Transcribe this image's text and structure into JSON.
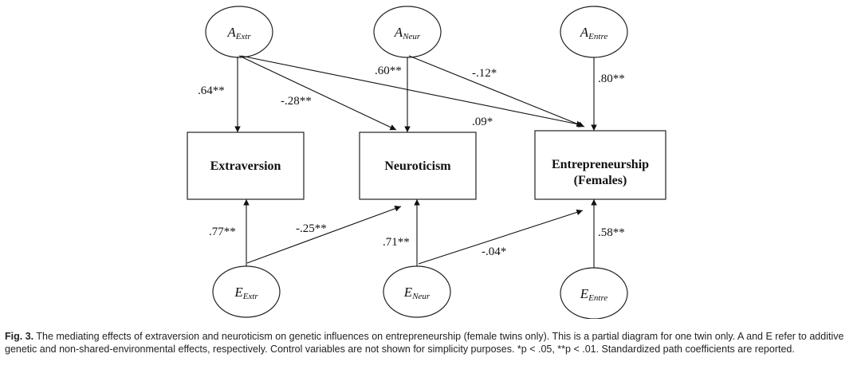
{
  "latents": {
    "a_extr": {
      "main": "A",
      "sub": "Extr"
    },
    "a_neur": {
      "main": "A",
      "sub": "Neur"
    },
    "a_entre": {
      "main": "A",
      "sub": "Entre"
    },
    "e_extr": {
      "main": "E",
      "sub": "Extr"
    },
    "e_neur": {
      "main": "E",
      "sub": "Neur"
    },
    "e_entre": {
      "main": "E",
      "sub": "Entre"
    }
  },
  "nodes": {
    "extraversion": "Extraversion",
    "neuroticism": "Neuroticism",
    "entrepreneurship_line1": "Entrepreneurship",
    "entrepreneurship_line2": "(Females)"
  },
  "paths": {
    "a_extr_extraversion": ".64**",
    "a_extr_neuroticism": "-.28**",
    "a_extr_entrepreneurship": ".09*",
    "a_neur_neuroticism": ".60**",
    "a_neur_entrepreneurship": "-.12*",
    "a_entre_entrepreneurship": ".80**",
    "e_extr_extraversion": ".77**",
    "e_extr_neuroticism": "-.25**",
    "e_neur_neuroticism": ".71**",
    "e_neur_entrepreneurship": "-.04*",
    "e_entre_entrepreneurship": ".58**"
  },
  "caption": {
    "label": "Fig. 3.",
    "text": "The mediating effects of extraversion and neuroticism on genetic influences on entrepreneurship (female twins only). This is a partial diagram for one twin only. A and E refer to additive genetic and non-shared-environmental effects, respectively. Control variables are not shown for simplicity purposes. *p < .05, **p < .01. Standardized path coefficients are reported."
  }
}
